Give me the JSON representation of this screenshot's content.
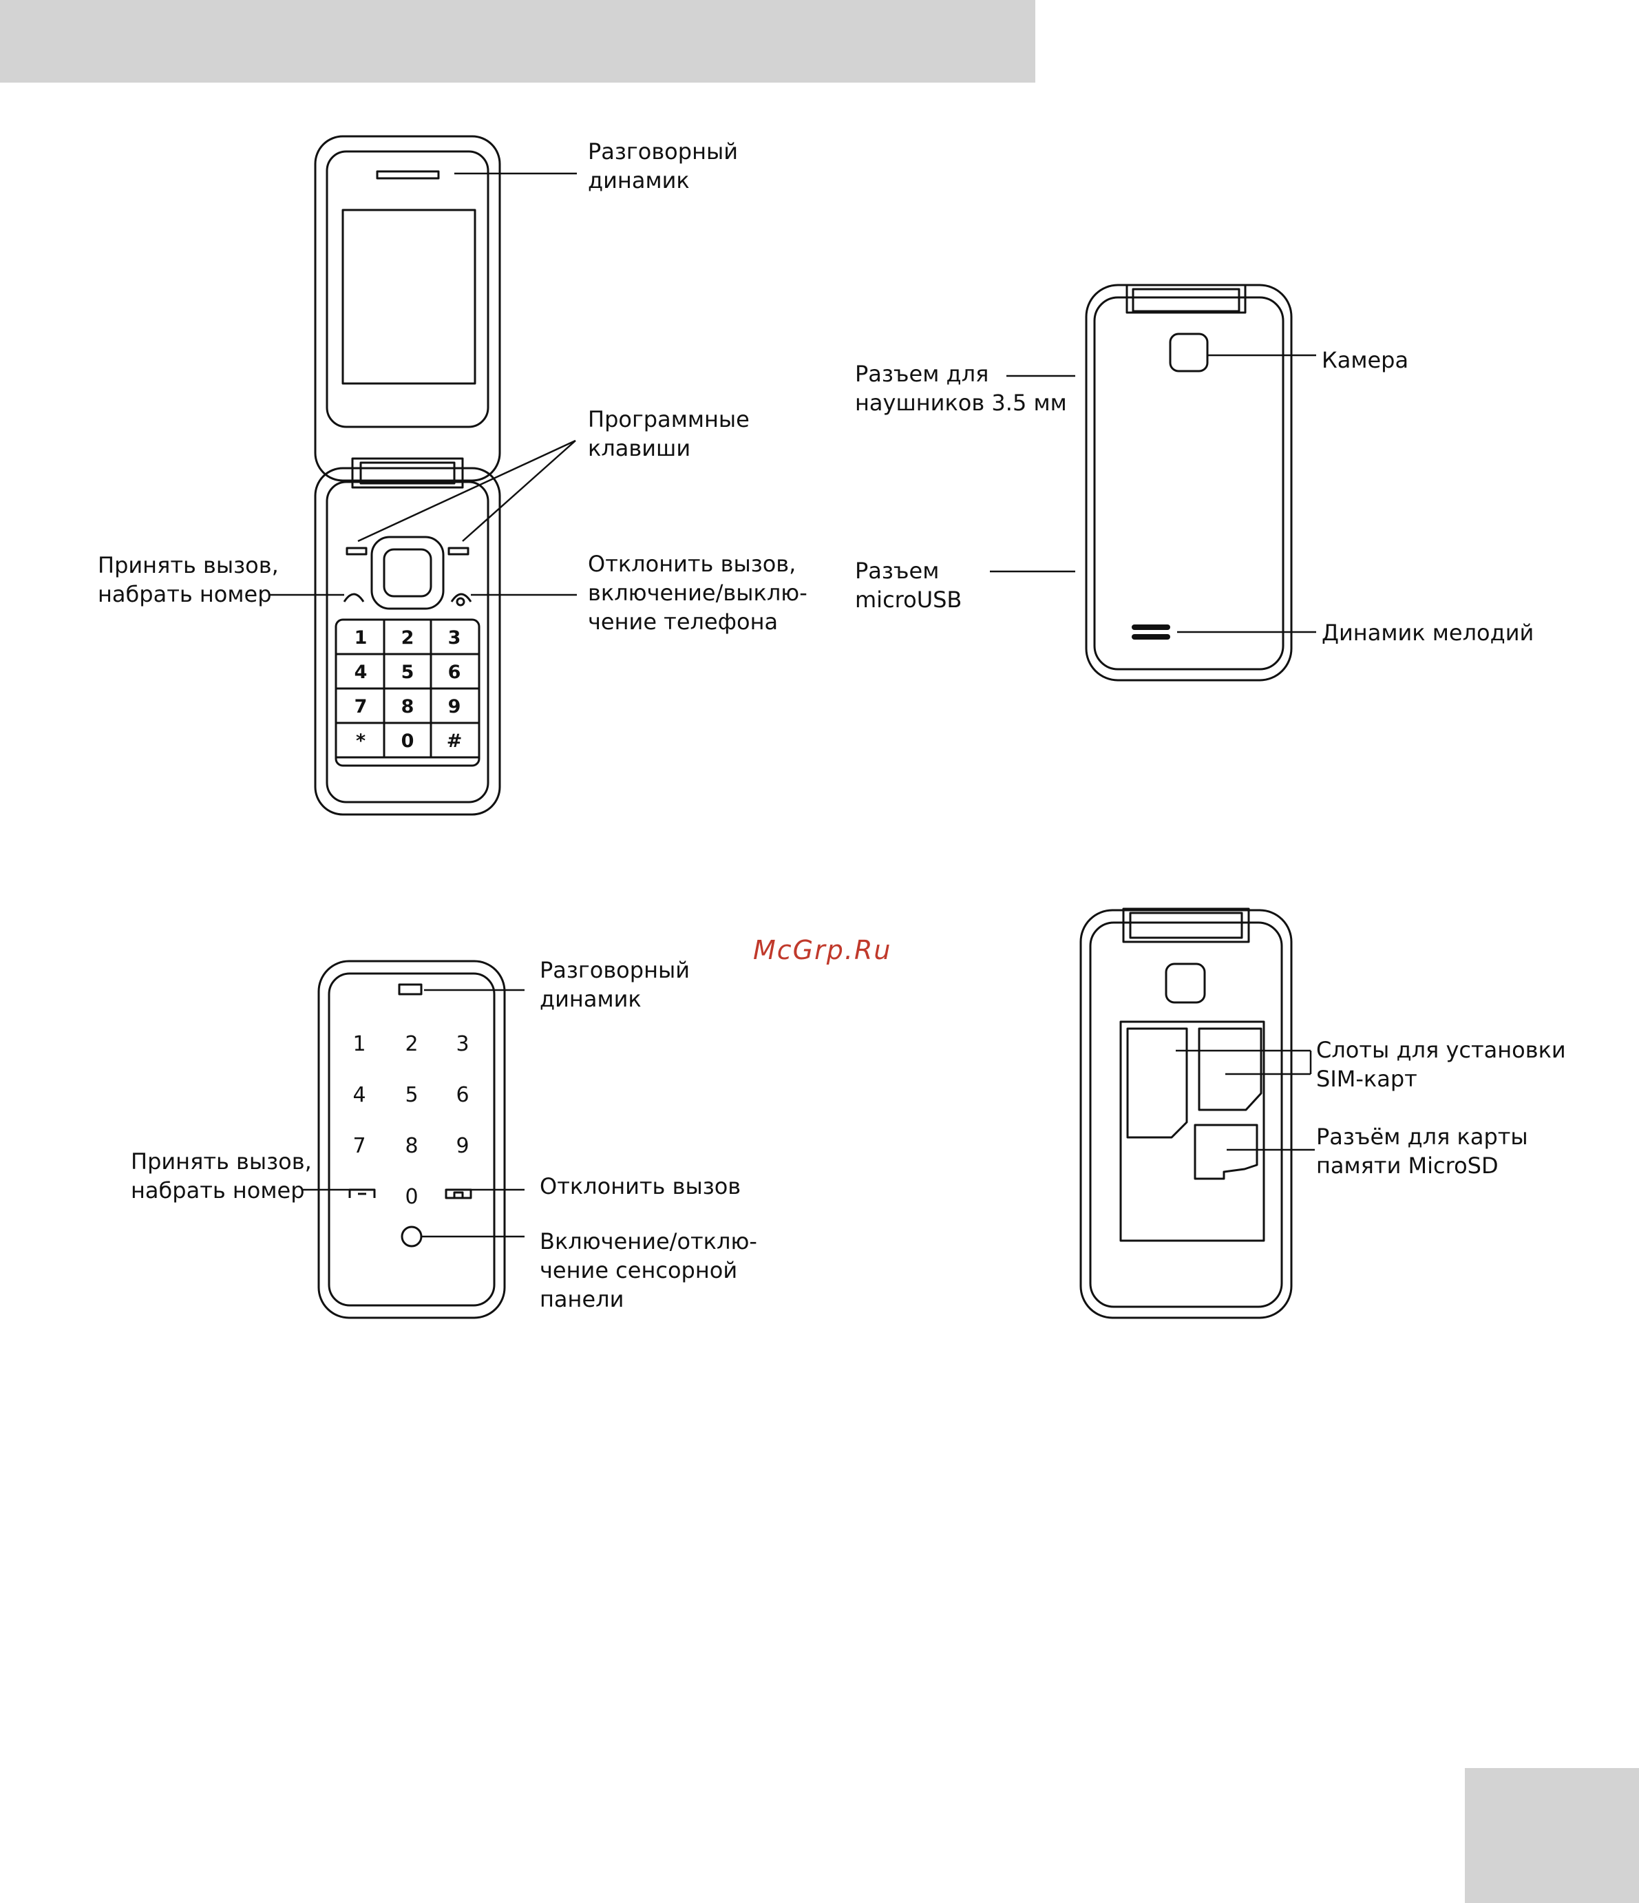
{
  "watermark": "McGrp.Ru",
  "labels": {
    "earpiece_1": [
      "Разговорный",
      "динамик"
    ],
    "soft_keys": [
      "Программные",
      "клавиши"
    ],
    "accept_call_1": [
      "Принять вызов,",
      "набрать номер"
    ],
    "reject_call_1": [
      "Отклонить вызов,",
      "включение/выклю-",
      "чение телефона"
    ],
    "headphone_jack": [
      "Разъем для",
      "наушников 3.5 мм"
    ],
    "camera": [
      "Камера"
    ],
    "micro_usb": [
      "Разъем",
      "microUSB"
    ],
    "melody_speaker": [
      "Динамик мелодий"
    ],
    "earpiece_2": [
      "Разговорный",
      "динамик"
    ],
    "accept_call_2": [
      "Принять вызов,",
      "набрать номер"
    ],
    "reject_call_2": [
      "Отклонить вызов"
    ],
    "touch_toggle": [
      "Включение/отклю-",
      "чение сенсорной",
      "панели"
    ],
    "sim_slots": [
      "Слоты для установки",
      "SIM-карт"
    ],
    "microsd_slot": [
      "Разъём для карты",
      "памяти MicroSD"
    ]
  },
  "keypad_keys": [
    "1",
    "2",
    "3",
    "4",
    "5",
    "6",
    "7",
    "8",
    "9",
    "*",
    "0",
    "#"
  ],
  "touch_keys": [
    "1",
    "2",
    "3",
    "4",
    "5",
    "6",
    "7",
    "8",
    "9",
    "0"
  ],
  "colors": {
    "line": "#111111",
    "gray_band": "#d3d3d3",
    "watermark": "#c0392b"
  }
}
